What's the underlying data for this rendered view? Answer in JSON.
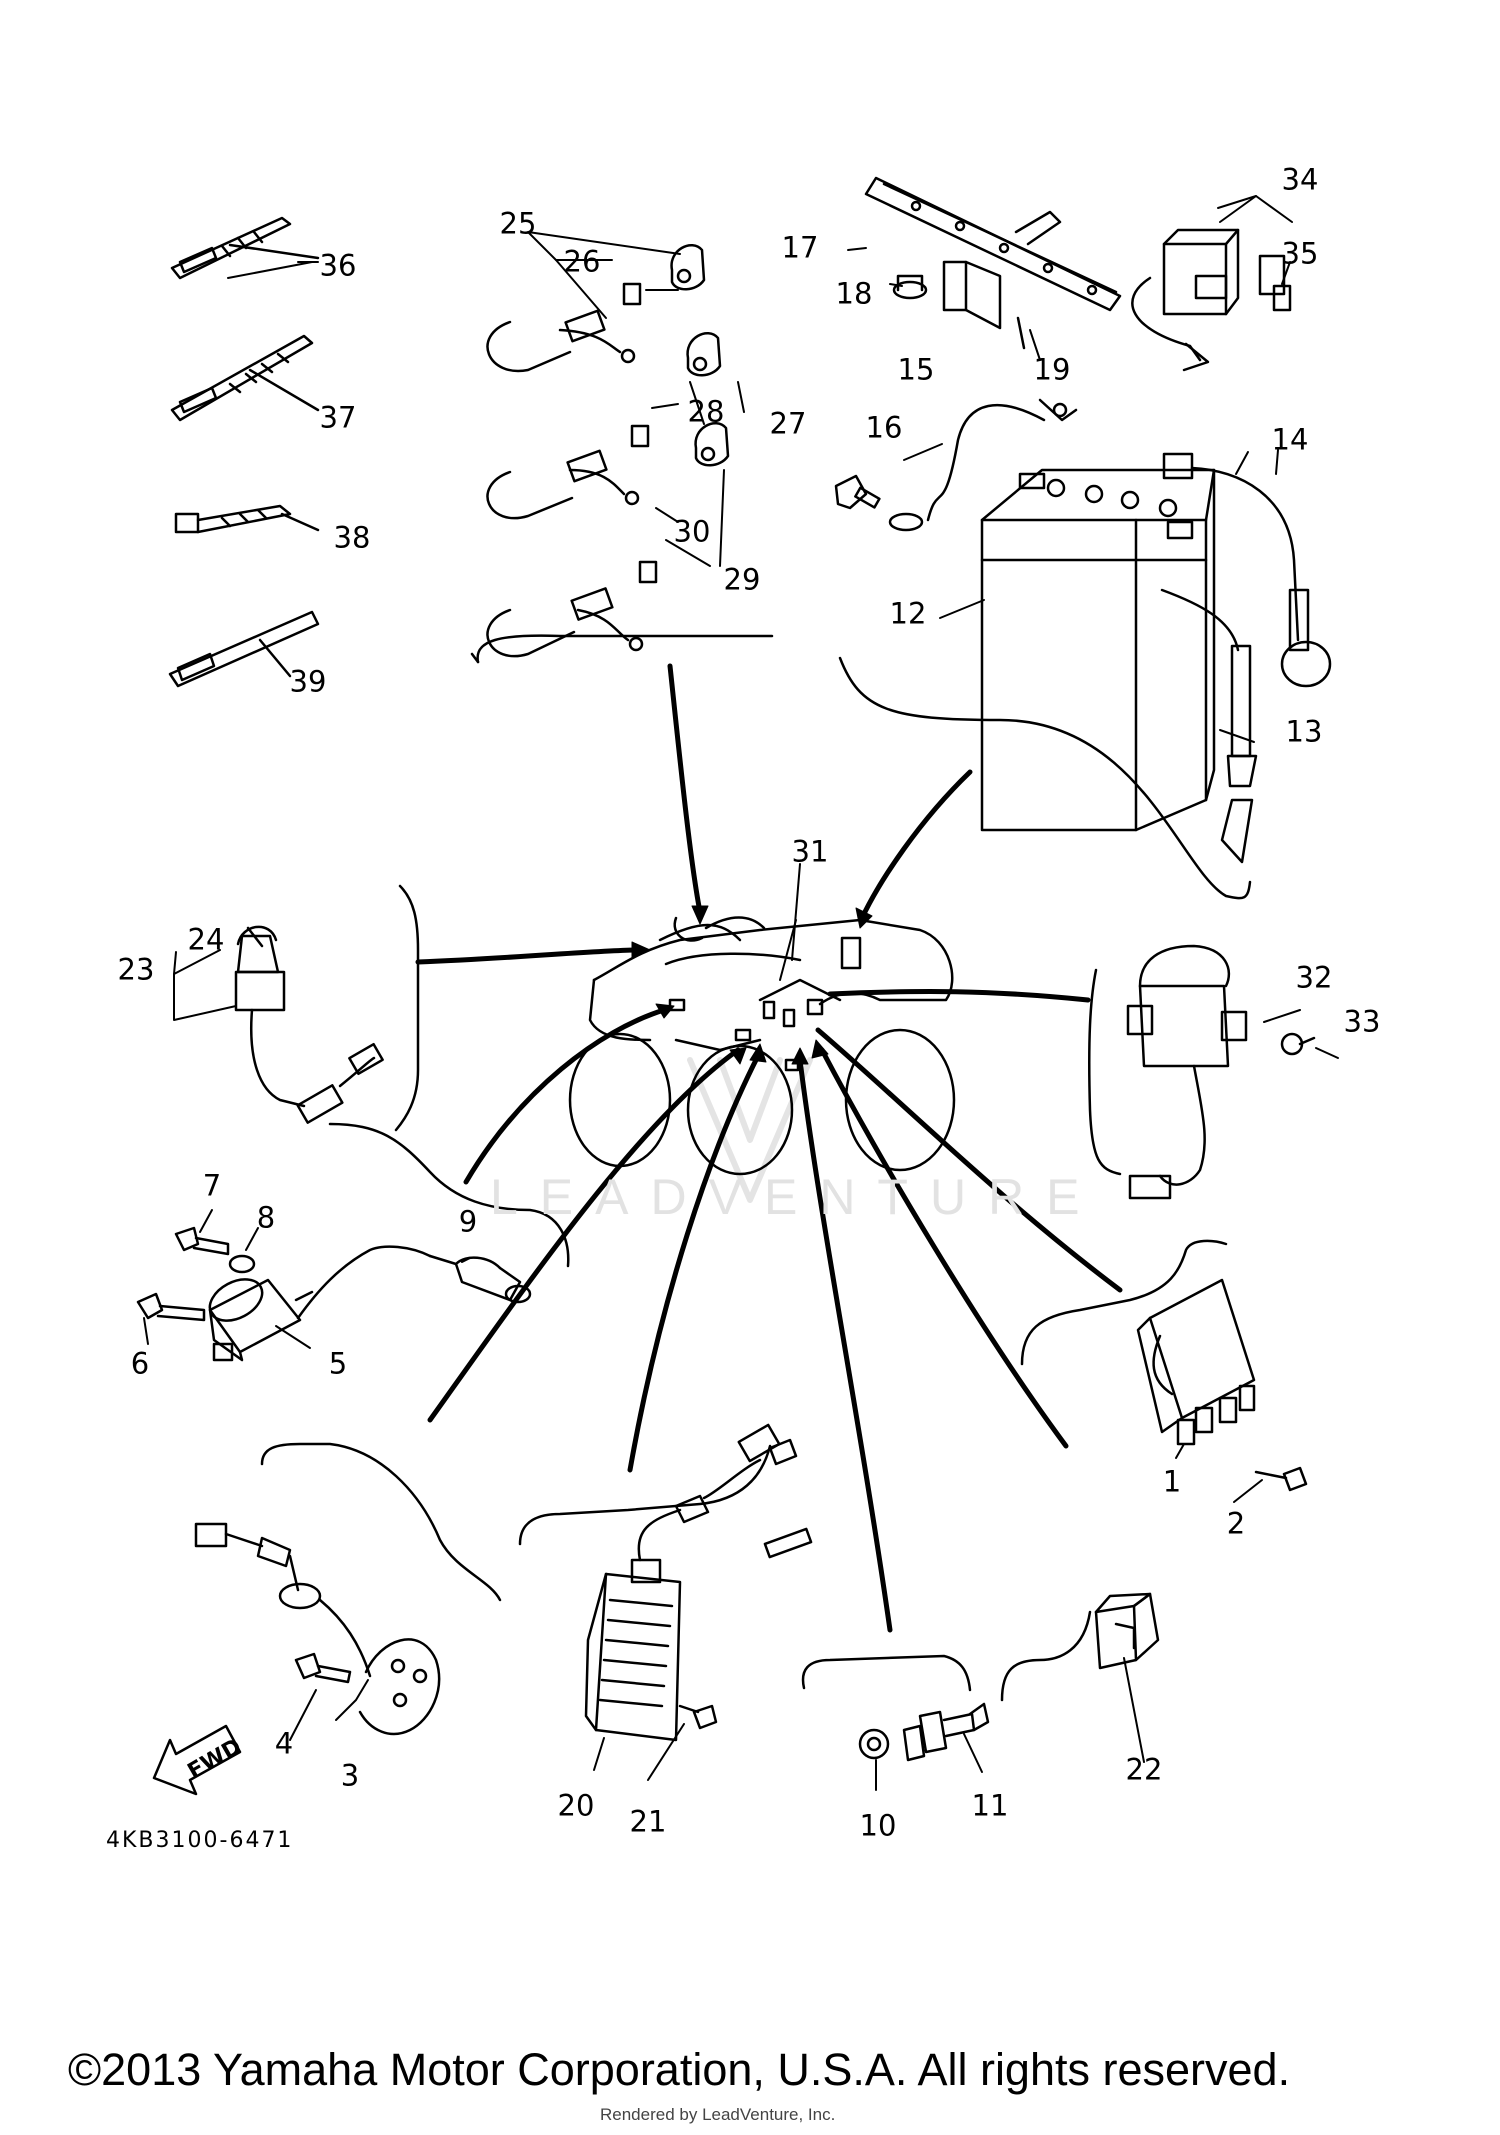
{
  "diagram": {
    "part_numbers": [
      "1",
      "2",
      "3",
      "4",
      "5",
      "6",
      "7",
      "8",
      "9",
      "10",
      "11",
      "12",
      "13",
      "14",
      "15",
      "16",
      "17",
      "18",
      "19",
      "20",
      "21",
      "22",
      "23",
      "24",
      "25",
      "26",
      "27",
      "28",
      "29",
      "30",
      "31",
      "32",
      "33",
      "34",
      "35",
      "36",
      "37",
      "38",
      "39"
    ],
    "direction_label": "FWD",
    "diagram_code": "4KB3100-6471",
    "watermark": "LEADVENTURE",
    "copyright": "©2013 Yamaha Motor Corporation, U.S.A. All rights reserved.",
    "rendered_by": "Rendered by LeadVenture, Inc."
  }
}
